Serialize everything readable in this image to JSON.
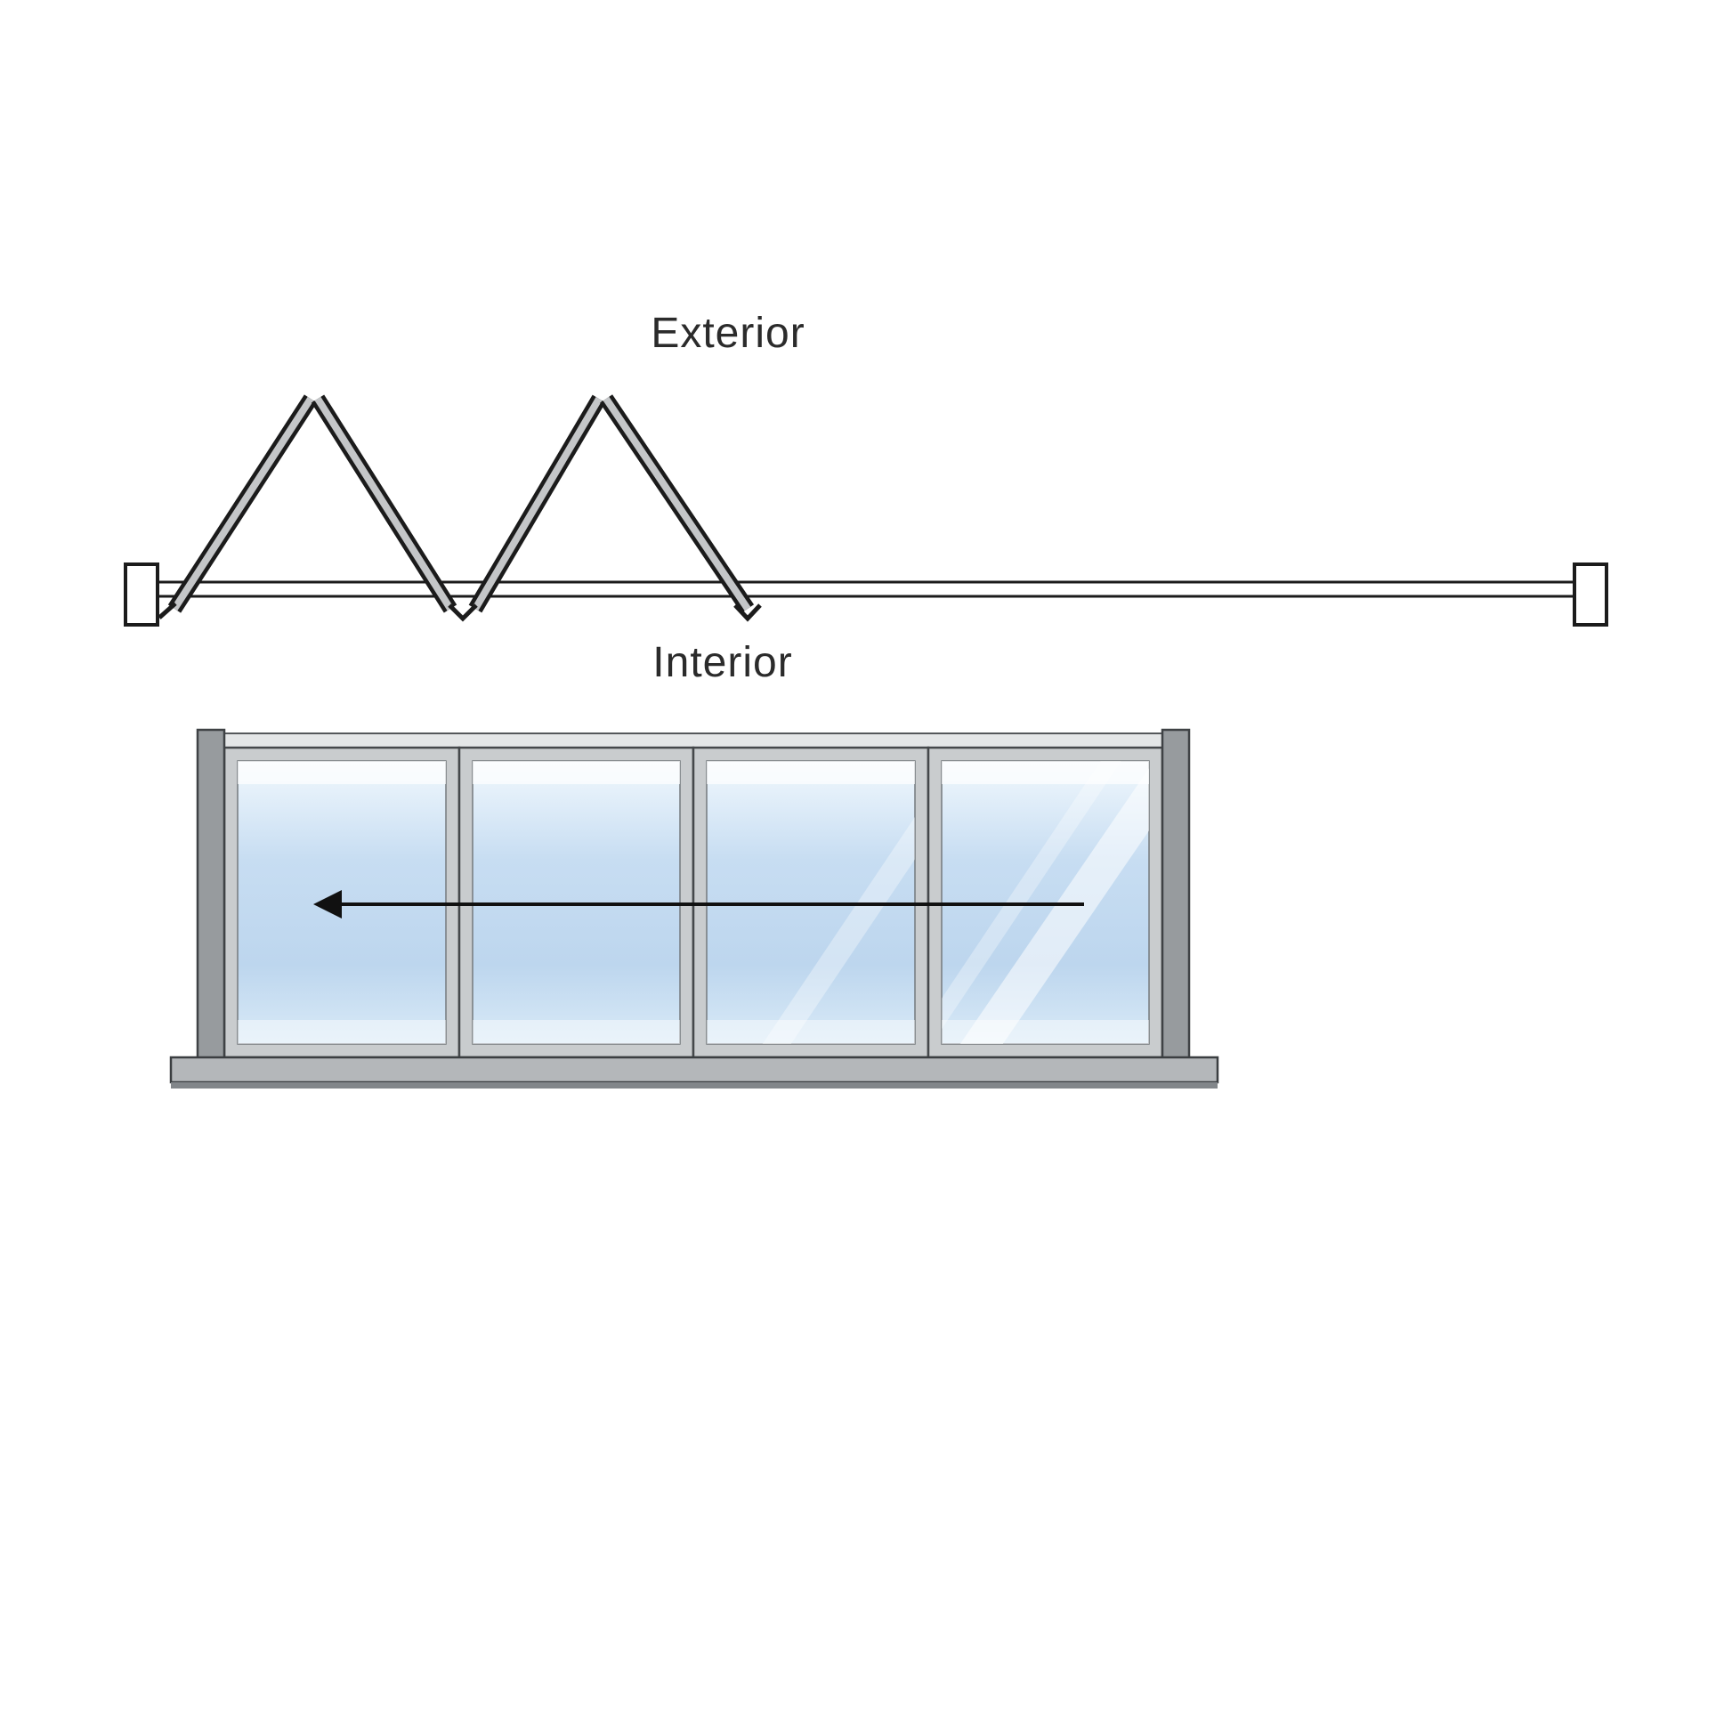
{
  "title": "Bi-fold door configuration diagram",
  "labels": {
    "exterior": "Exterior",
    "interior": "Interior"
  },
  "colors": {
    "line": "#1b1b1b",
    "panel_fill": "#c4c6c8",
    "frame": "#c9ccce",
    "frame_stroke": "#45484b",
    "post": "#979b9e",
    "rail": "#e4e6e7",
    "sill": "#b4b7ba",
    "sill_shadow": "#82868a",
    "glass_top": "#f1f8fd",
    "glass_upper": "#c7ddf2",
    "glass_lower": "#bdd6ee",
    "glass_bottom": "#d9eaf7"
  },
  "plan_view": {
    "folded_pairs": 2
  },
  "elevation_view": {
    "panel_count": 4,
    "slide_direction": "left"
  }
}
